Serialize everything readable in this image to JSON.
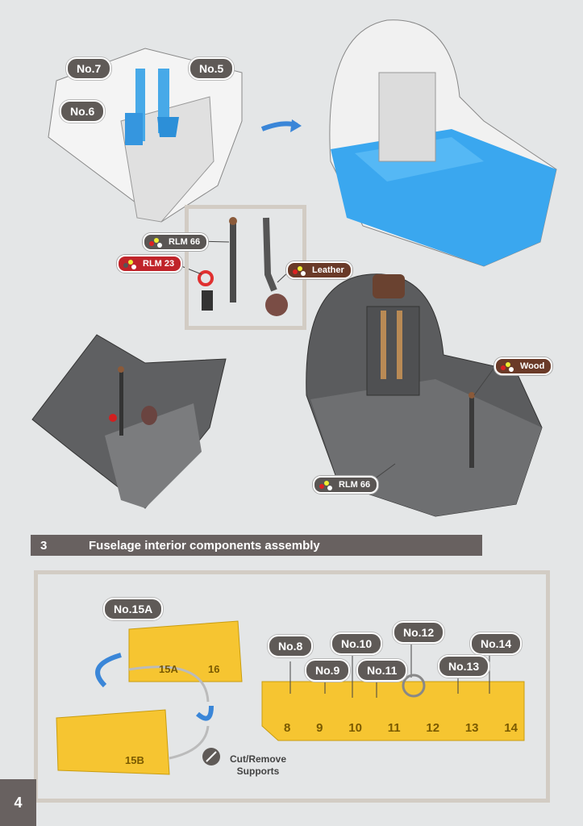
{
  "parts_top": [
    "No.7",
    "No.5",
    "No.6"
  ],
  "paints": {
    "rlm66_a": "RLM 66",
    "rlm23": "RLM 23",
    "leather": "Leather",
    "wood": "Wood",
    "rlm66_b": "RLM 66"
  },
  "colors": {
    "rlm66": "#5a5654",
    "rlm23": "#c0242a",
    "leather": "#6a3a28",
    "wood": "#6a3a28",
    "accent": "#3a86d8",
    "sprue": "#f6c531"
  },
  "step": {
    "number": "3",
    "title": "Fuselage interior components assembly"
  },
  "parts_bottom": [
    "No.15A",
    "No.8",
    "No.10",
    "No.12",
    "No.14",
    "No.9",
    "No.11",
    "No.13"
  ],
  "sprue_numbers": [
    "8",
    "9",
    "10",
    "11",
    "12",
    "13",
    "14"
  ],
  "sprue_labels": [
    "15A",
    "16",
    "15B"
  ],
  "cut_note": [
    "Cut/Remove",
    "Supports"
  ],
  "page_number": "4"
}
